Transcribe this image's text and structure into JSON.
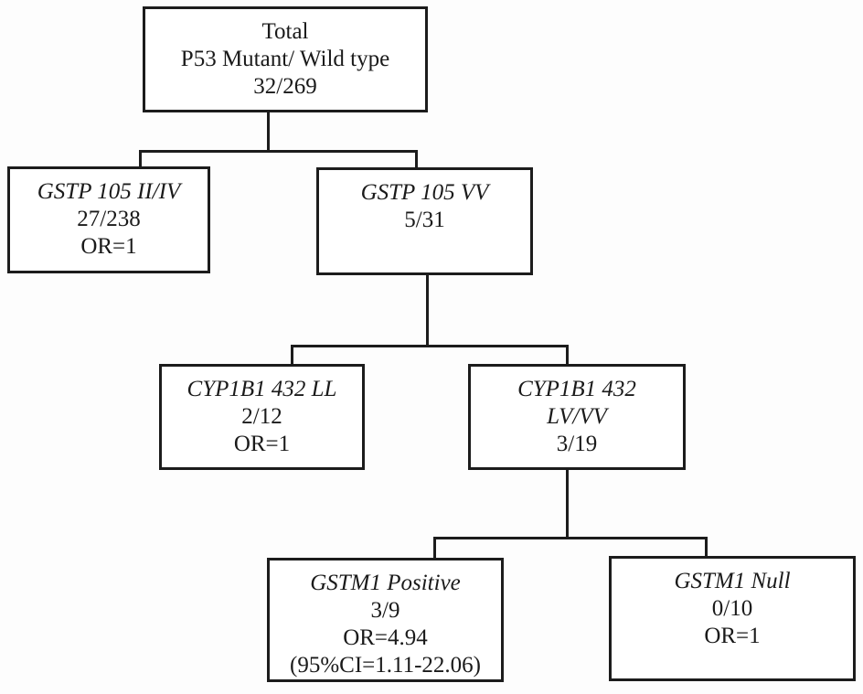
{
  "figure": {
    "type": "decision-tree-flowchart",
    "description": "P53 mutant vs wild type stratified by GSTP 105, CYP1B1 432 and GSTM1 genotypes",
    "colors": {
      "line": "#1c1c1c",
      "box_background": "#ffffff",
      "page_background": "#fdfdfd",
      "text": "#1a1a1a"
    }
  },
  "nodes": {
    "total": {
      "title": "Total",
      "subtitle": "P53 Mutant/ Wild type",
      "ratio": "32/269"
    },
    "gstp105_ii_iv": {
      "genotype": "GSTP 105 II/IV",
      "ratio": "27/238",
      "odds_ratio": "OR=1"
    },
    "gstp105_vv": {
      "genotype": "GSTP 105 VV",
      "ratio": "5/31"
    },
    "cyp1b1_432_ll": {
      "genotype": "CYP1B1 432 LL",
      "ratio": "2/12",
      "odds_ratio": "OR=1"
    },
    "cyp1b1_432_lv_vv": {
      "genotype_line1": "CYP1B1 432",
      "genotype_line2": "LV/VV",
      "ratio": "3/19"
    },
    "gstm1_positive": {
      "genotype": "GSTM1 Positive",
      "ratio": "3/9",
      "odds_ratio": "OR=4.94",
      "confidence_interval": "(95%CI=1.11-22.06)"
    },
    "gstm1_null": {
      "genotype": "GSTM1 Null",
      "ratio": "0/10",
      "odds_ratio": "OR=1"
    }
  }
}
